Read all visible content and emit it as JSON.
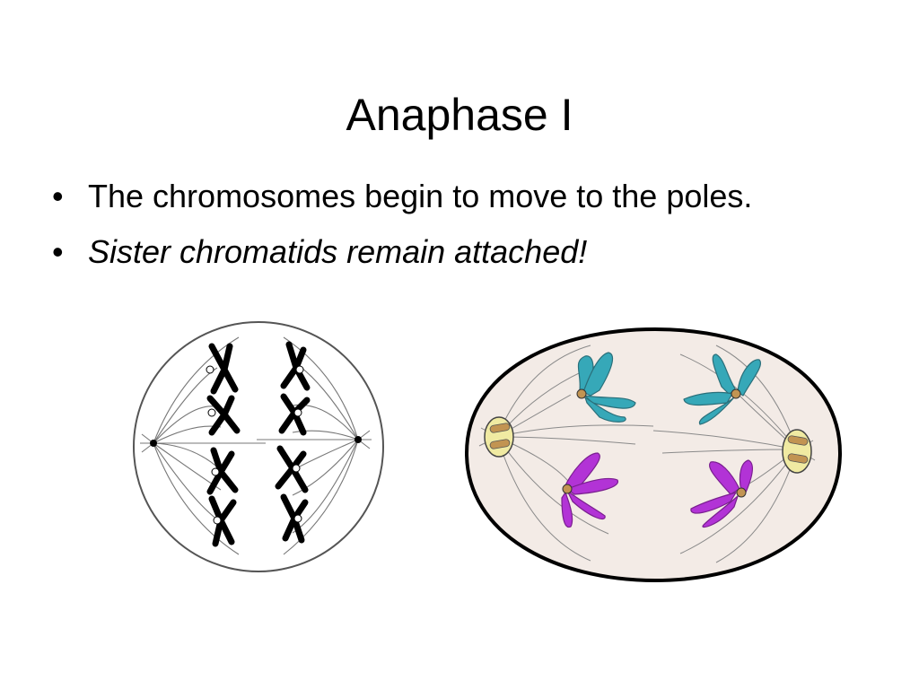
{
  "slide": {
    "title": "Anaphase I",
    "bullets": [
      {
        "marker": "•",
        "text": "The chromosomes begin to move to the poles.",
        "italic": false
      },
      {
        "marker": "•",
        "text": "Sister chromatids remain attached!",
        "italic": true
      }
    ]
  },
  "figures": {
    "left_cell": {
      "description_icon": "anaphase-cell-black-chromosomes-icon"
    },
    "right_cell": {
      "description_icon": "anaphase-cell-colored-chromosomes-icon"
    }
  },
  "colors": {
    "left_chromosome": "#000000",
    "teal_chromosome": "#36a8b8",
    "magenta_chromosome": "#b233d6",
    "cell_fill": "#f3ebe6",
    "centrosome_fill": "#f0eaa2",
    "centriole_fill": "#c29452"
  }
}
